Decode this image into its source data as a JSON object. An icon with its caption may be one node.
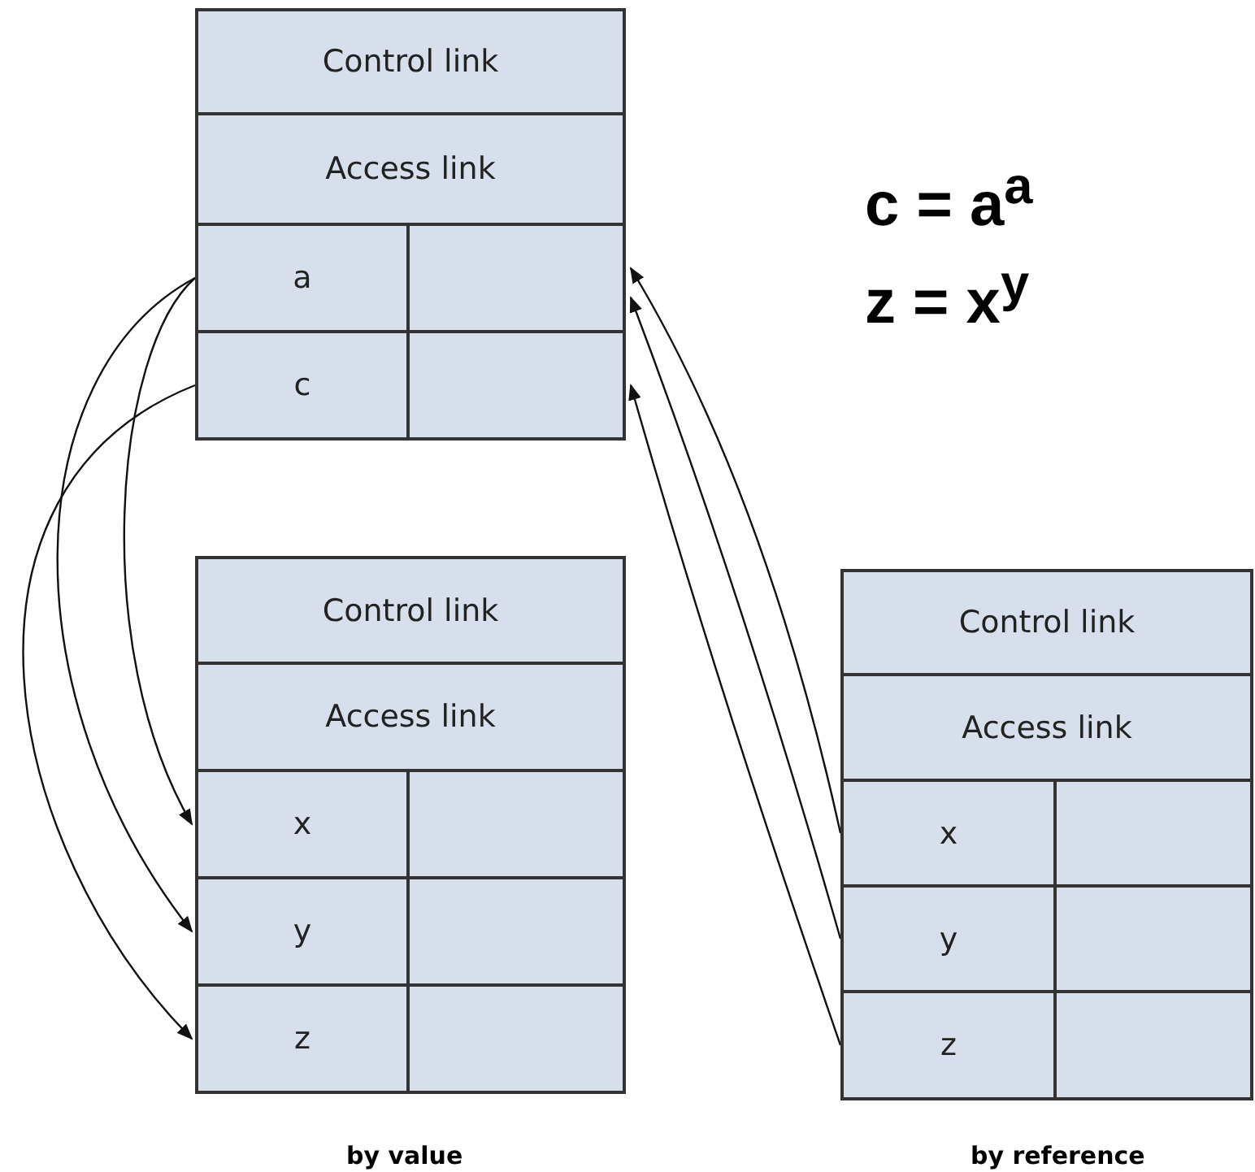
{
  "diagram": {
    "nodes": [
      {
        "text": [
          "Control link"
        ]
      },
      {
        "text": [
          "Access link"
        ]
      },
      {
        "text": [
          "a"
        ]
      },
      {
        "text": [],
        "shape": "box"
      },
      {
        "text": [
          "c"
        ]
      },
      {
        "text": [],
        "shape": "box"
      },
      {
        "text": [
          "Control link"
        ]
      },
      {
        "text": [
          "Access link"
        ]
      },
      {
        "text": [
          "x"
        ]
      },
      {
        "text": [],
        "shape": "box"
      },
      {
        "text": [
          "y"
        ]
      },
      {
        "text": [],
        "shape": "box"
      },
      {
        "text": [
          "z"
        ]
      },
      {
        "text": [],
        "shape": "box"
      },
      {
        "text": [
          "Control link"
        ]
      },
      {
        "text": [
          "Access link"
        ]
      },
      {
        "text": [
          "x"
        ]
      },
      {
        "text": [],
        "shape": "box"
      },
      {
        "text": [
          "y"
        ]
      },
      {
        "text": [],
        "shape": "box"
      },
      {
        "text": [
          "z"
        ]
      },
      {
        "text": [],
        "shape": "box"
      }
    ],
    "edges": [
      {
        "from": 2,
        "to": 8,
        "arrow": "to"
      },
      {
        "from": 2,
        "to": 10,
        "arrow": "to"
      },
      {
        "from": 4,
        "to": 12,
        "arrow": "to"
      },
      {
        "from": 16,
        "to": 3,
        "arrow": "to"
      },
      {
        "from": 18,
        "to": 3,
        "arrow": "to"
      },
      {
        "from": 20,
        "to": 5,
        "arrow": "to"
      }
    ],
    "labels": [
      "c = a$^{a}$",
      "z = x$^{y}$",
      "by value",
      "by reference"
    ]
  }
}
